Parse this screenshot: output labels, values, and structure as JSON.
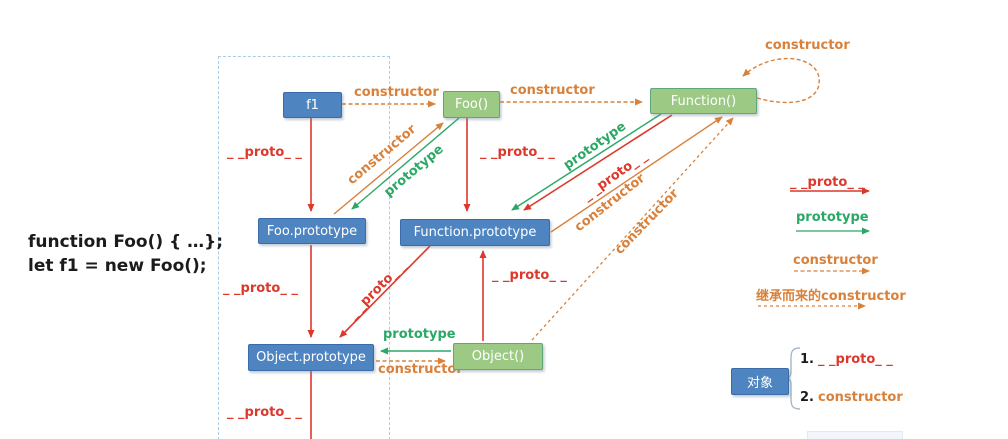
{
  "code": {
    "line1": "function Foo() { …};",
    "line2": "let f1 = new Foo();"
  },
  "nodes": {
    "f1": "f1",
    "foo": "Foo()",
    "function_ctor": "Function()",
    "foo_prototype": "Foo.prototype",
    "function_prototype": "Function.prototype",
    "object_prototype": "Object.prototype",
    "object_ctor": "Object()"
  },
  "edge_labels": {
    "proto": "_ _proto_ _",
    "prototype": "prototype",
    "constructor": "constructor"
  },
  "legend": {
    "proto": "_ _proto_ _",
    "prototype": "prototype",
    "constructor": "constructor",
    "inherited_constructor": "继承而来的constructor"
  },
  "object_summary": {
    "title": "对象",
    "item1_num": "1.",
    "item1_text": "_ _proto_ _",
    "item2_num": "2.",
    "item2_text": "constructor"
  },
  "colors": {
    "proto_red": "#dc382c",
    "prototype_green": "#2ca866",
    "constructor_orange": "#d9813a",
    "blue_box": "#4e84c0",
    "green_box": "#9cca84",
    "dashed_region_blue": "#a9cde6"
  }
}
